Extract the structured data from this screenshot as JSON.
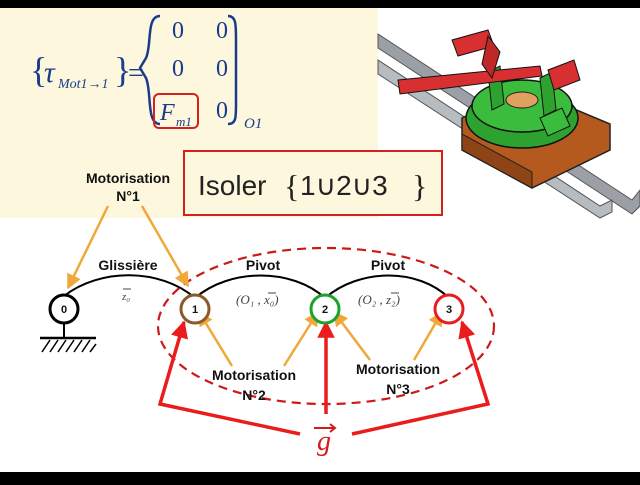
{
  "torsor": {
    "name": "τ",
    "subscript": "Mot1→1",
    "equals": "=",
    "cells": [
      [
        "0",
        "0"
      ],
      [
        "0",
        "0"
      ],
      [
        "F",
        "0"
      ]
    ],
    "highlight_sub": "m1",
    "point": "O1"
  },
  "isolate": {
    "word": "Isoler",
    "set": "1∪2∪3"
  },
  "labels": {
    "motor1": "Motorisation",
    "motor1_num": "N°1",
    "motor2": "Motorisation",
    "motor2_num": "N°2",
    "motor3": "Motorisation",
    "motor3_num": "N°3"
  },
  "links": [
    {
      "name": "Glissière",
      "param": "z₀"
    },
    {
      "name": "Pivot",
      "param": "(O₁ , x₀)"
    },
    {
      "name": "Pivot",
      "param": "(O₂ , z₂)"
    }
  ],
  "nodes": [
    {
      "id": "0",
      "color": "#000000"
    },
    {
      "id": "1",
      "color": "#8b5a2b"
    },
    {
      "id": "2",
      "color": "#1aa32a"
    },
    {
      "id": "3",
      "color": "#e81e1e"
    }
  ],
  "gravity": "g",
  "colors": {
    "arrow_orange": "#f0a838",
    "arrow_red": "#ea1c1c",
    "frame_red": "#d42020",
    "dashed_red": "#cc1a1a",
    "panel_bg": "#fdf7dd",
    "bottom_bg": "#ffffff",
    "outline": "#000000"
  }
}
